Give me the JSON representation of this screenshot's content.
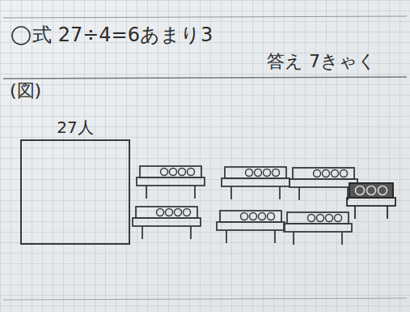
{
  "diagram": {
    "nodes": [
      {
        "text": [
          "27人"
        ]
      }
    ],
    "labels": [
      "式 27÷4=6あまり3",
      "答え 7きゃく",
      "(図)"
    ]
  }
}
